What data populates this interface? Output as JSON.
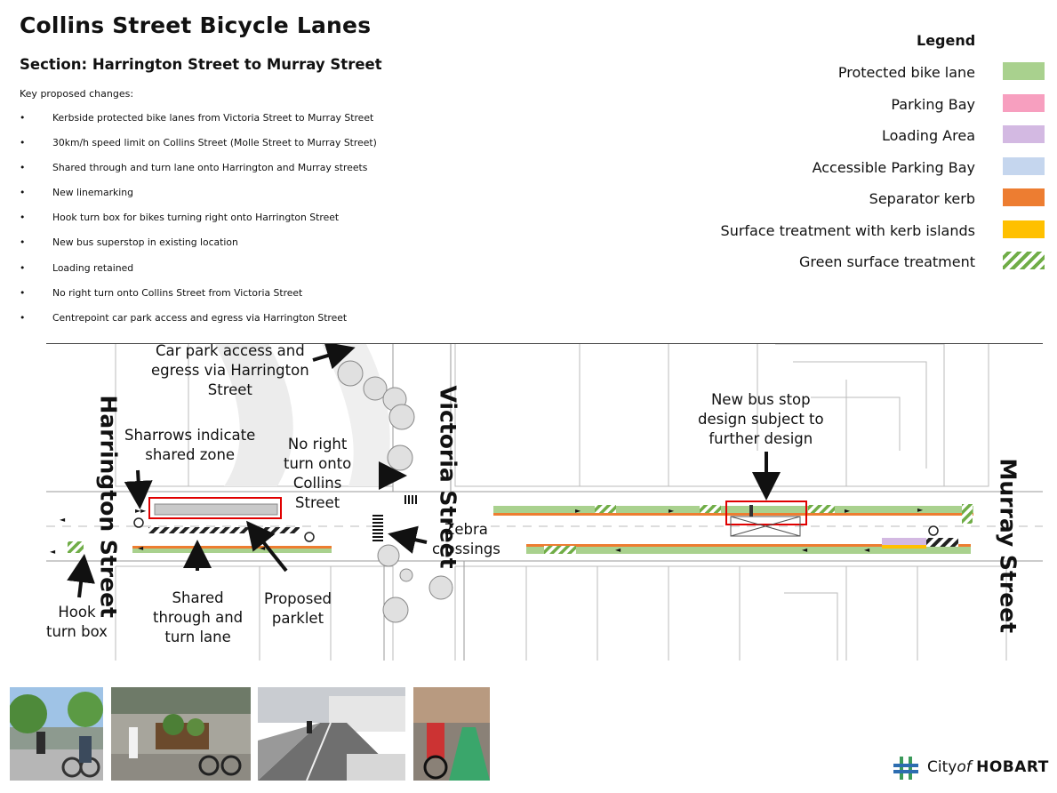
{
  "header": {
    "title": "Collins Street Bicycle Lanes",
    "subtitle": "Section: Harrington Street to Murray Street",
    "key_label": "Key proposed changes:"
  },
  "changes": [
    "Kerbside protected bike lanes from Victoria Street to Murray Street",
    "30km/h speed limit on Collins Street (Molle Street to Murray Street)",
    "Shared through and turn lane onto Harrington and Murray streets",
    "New linemarking",
    "Hook turn box for bikes turning right onto Harrington Street",
    "New bus superstop in existing location",
    "Loading retained",
    "No right turn onto Collins Street from Victoria Street",
    "Centrepoint car park access and egress via Harrington Street"
  ],
  "legend": {
    "title": "Legend",
    "items": [
      {
        "label": "Protected bike lane",
        "color": "#a9d18e",
        "pattern": "solid"
      },
      {
        "label": "Parking Bay",
        "color": "#f79fbf",
        "pattern": "solid"
      },
      {
        "label": "Loading Area",
        "color": "#d3b9e2",
        "pattern": "solid"
      },
      {
        "label": "Accessible Parking Bay",
        "color": "#c5d6ee",
        "pattern": "solid"
      },
      {
        "label": "Separator kerb",
        "color": "#ed7d31",
        "pattern": "solid"
      },
      {
        "label": "Surface treatment with kerb islands",
        "color": "#ffc000",
        "pattern": "solid"
      },
      {
        "label": "Green surface treatment",
        "color": "#70ad47",
        "pattern": "hatch"
      }
    ]
  },
  "map": {
    "streets": {
      "harrington": "Harrington Street",
      "victoria": "Victoria Street",
      "murray": "Murray Street"
    },
    "annotations": {
      "carpark_l1": "Car park access and",
      "carpark_l2": "egress via Harrington",
      "carpark_l3": "Street",
      "sharrows_l1": "Sharrows indicate",
      "sharrows_l2": "shared zone",
      "noright_l1": "No right",
      "noright_l2": "turn onto",
      "noright_l3": "Collins",
      "noright_l4": "Street",
      "busstop_l1": "New bus stop",
      "busstop_l2": "design subject to",
      "busstop_l3": "further design",
      "zebra_l1": "Zebra",
      "zebra_l2": "crossings",
      "hook_l1": "Hook",
      "hook_l2": "turn box",
      "shared_l1": "Shared",
      "shared_l2": "through and",
      "shared_l3": "turn lane",
      "parklet_l1": "Proposed",
      "parklet_l2": "parklet"
    }
  },
  "logo": {
    "city_text": "City",
    "of_text": "of",
    "name_text": "HOBART"
  }
}
